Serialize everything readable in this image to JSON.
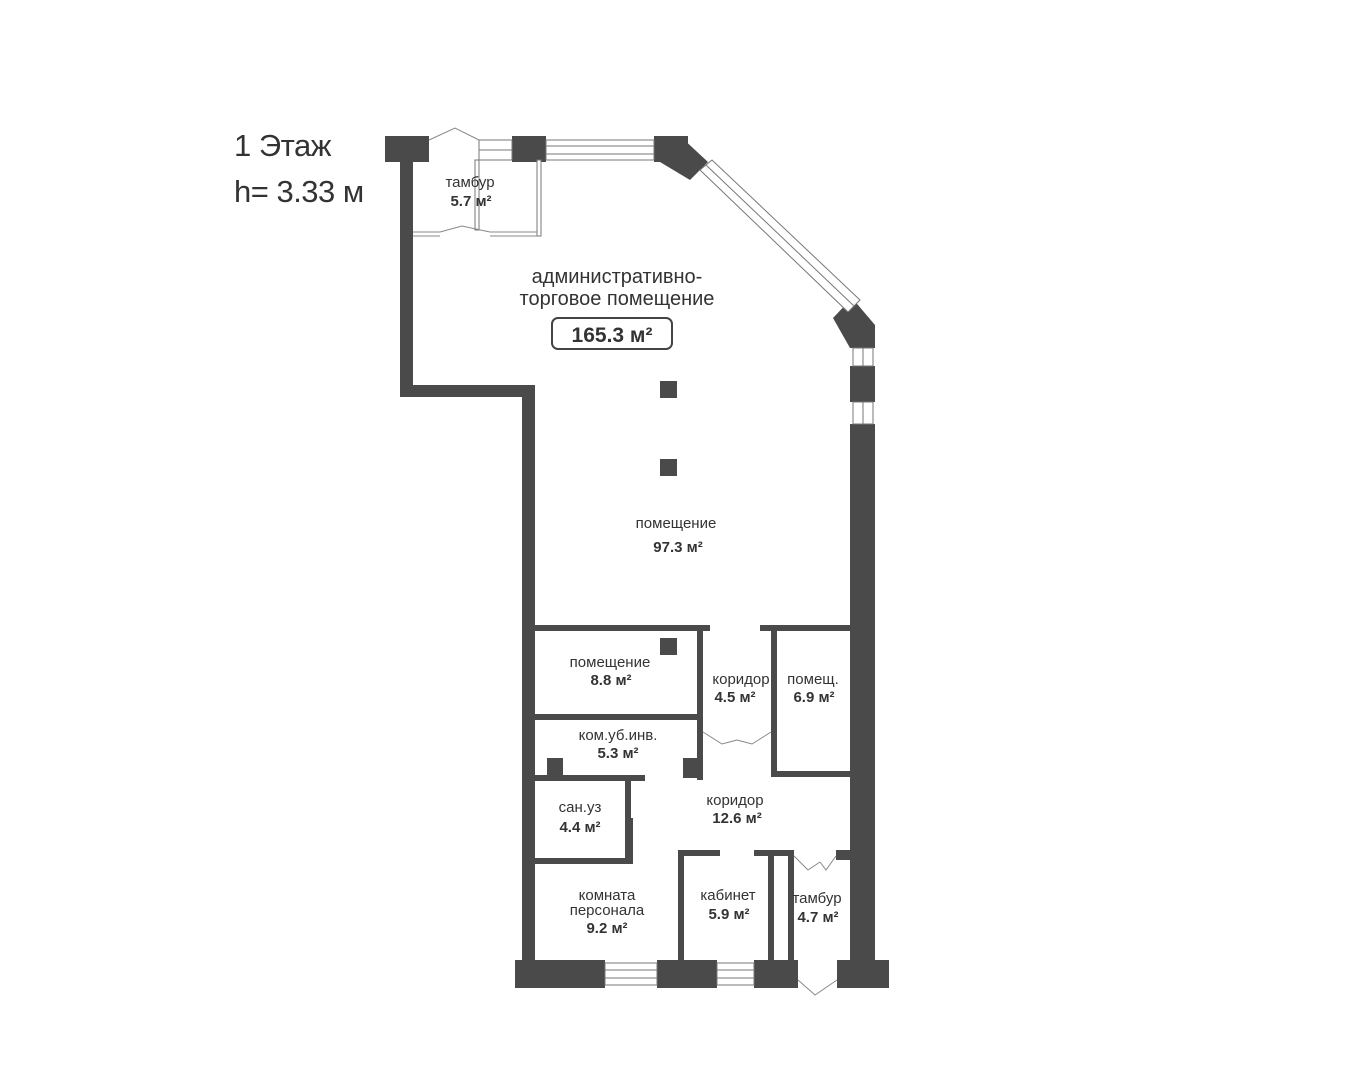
{
  "floor": {
    "title": "1 Этаж",
    "height": "h= 3.33 м"
  },
  "main_room": {
    "name_line1": "административно-",
    "name_line2": "торговое помещение",
    "area": "165.3 м²"
  },
  "rooms": {
    "vestibule_top": {
      "name": "тамбур",
      "area": "5.7 м²"
    },
    "hall": {
      "name": "помещение",
      "area": "97.3 м²"
    },
    "room_8_8": {
      "name": "помещение",
      "area": "8.8 м²"
    },
    "corridor_small": {
      "name": "коридор",
      "area": "4.5 м²"
    },
    "room_6_9": {
      "name": "помещ.",
      "area": "6.9 м²"
    },
    "janitor": {
      "name": "ком.уб.инв.",
      "area": "5.3 м²"
    },
    "bathroom": {
      "name": "сан.уз",
      "area": "4.4 м²"
    },
    "corridor_big": {
      "name": "коридор",
      "area": "12.6 м²"
    },
    "staff_room": {
      "name_line1": "комната",
      "name_line2": "персонала",
      "area": "9.2 м²"
    },
    "office": {
      "name": "кабинет",
      "area": "5.9 м²"
    },
    "vestibule_bottom": {
      "name": "тамбур",
      "area": "4.7 м²"
    }
  },
  "colors": {
    "wall": "#4a4a4a",
    "text": "#333333",
    "background": "#ffffff"
  }
}
